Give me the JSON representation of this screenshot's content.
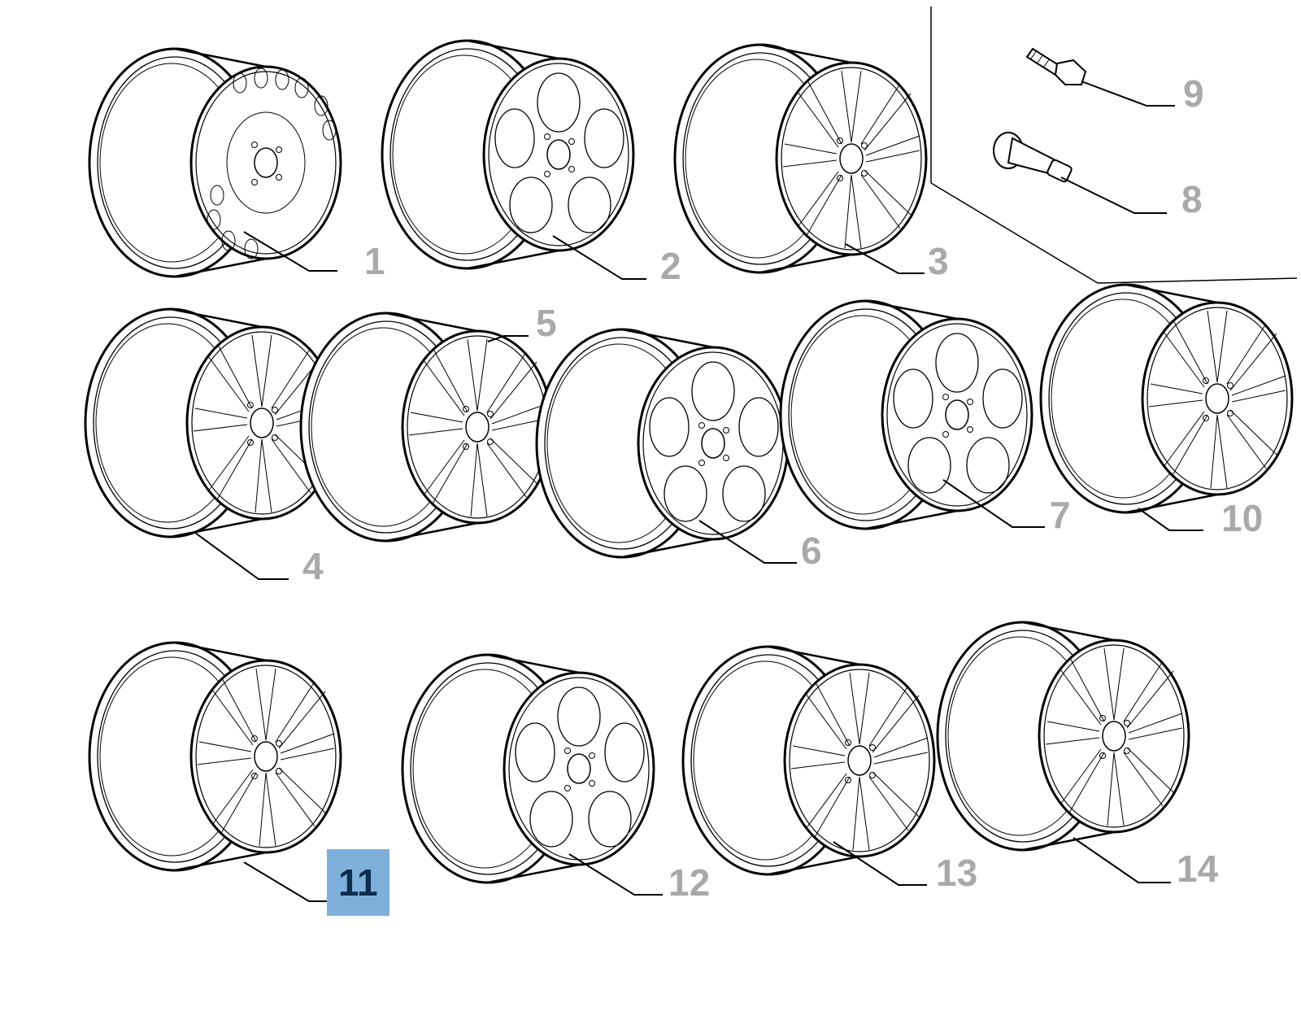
{
  "diagram": {
    "parts": [
      {
        "id": "part-1",
        "label": "1",
        "kind": "steel wheel"
      },
      {
        "id": "part-2",
        "label": "2",
        "kind": "alloy wheel"
      },
      {
        "id": "part-3",
        "label": "3",
        "kind": "alloy wheel"
      },
      {
        "id": "part-4",
        "label": "4",
        "kind": "alloy wheel"
      },
      {
        "id": "part-5",
        "label": "5",
        "kind": "alloy wheel"
      },
      {
        "id": "part-6",
        "label": "6",
        "kind": "alloy wheel"
      },
      {
        "id": "part-7",
        "label": "7",
        "kind": "alloy wheel"
      },
      {
        "id": "part-8",
        "label": "8",
        "kind": "valve"
      },
      {
        "id": "part-9",
        "label": "9",
        "kind": "bolt"
      },
      {
        "id": "part-10",
        "label": "10",
        "kind": "alloy wheel"
      },
      {
        "id": "part-11",
        "label": "11",
        "kind": "alloy wheel"
      },
      {
        "id": "part-12",
        "label": "12",
        "kind": "alloy wheel"
      },
      {
        "id": "part-13",
        "label": "13",
        "kind": "alloy wheel"
      },
      {
        "id": "part-14",
        "label": "14",
        "kind": "alloy wheel"
      }
    ],
    "selected_label": "11",
    "colors": {
      "line": "#000000",
      "callout_text": "#a9a9a9",
      "highlight_bg": "#7fb0dc",
      "highlight_text": "#0c2d4e"
    }
  }
}
